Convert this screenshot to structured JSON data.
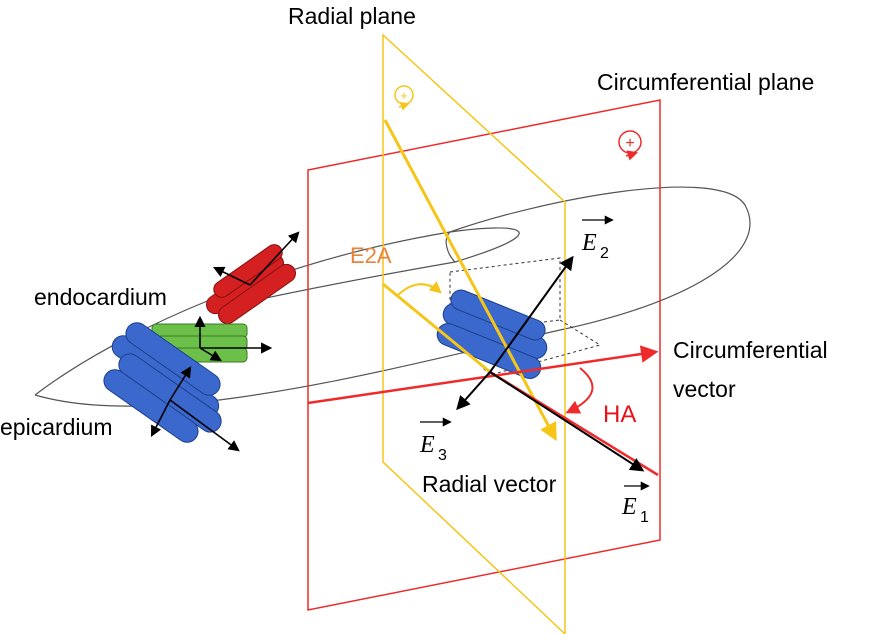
{
  "labels": {
    "radial_plane": "Radial plane",
    "circumferential_plane": "Circumferential plane",
    "endocardium": "endocardium",
    "epicardium": "epicardium",
    "e2a": "E2A",
    "circ_vector_line1": "Circumferential",
    "circ_vector_line2": "vector",
    "ha": "HA",
    "radial_vector": "Radial vector",
    "plus_sign": "+"
  },
  "eigenvectors": {
    "e1": {
      "letter": "E",
      "subscript": "1"
    },
    "e2": {
      "letter": "E",
      "subscript": "2"
    },
    "e3": {
      "letter": "E",
      "subscript": "3"
    }
  },
  "colors": {
    "radial_plane": "#f5c518",
    "circumferential_plane": "#ee2a2a",
    "e2a_label": "#e8833a",
    "ha_label": "#e8121a",
    "endocardium_fiber": "#d42020",
    "midwall_fiber": "#6cc04a",
    "epicardium_fiber": "#3a68cc",
    "arrow": "#000000",
    "wall_outline": "#555555"
  }
}
